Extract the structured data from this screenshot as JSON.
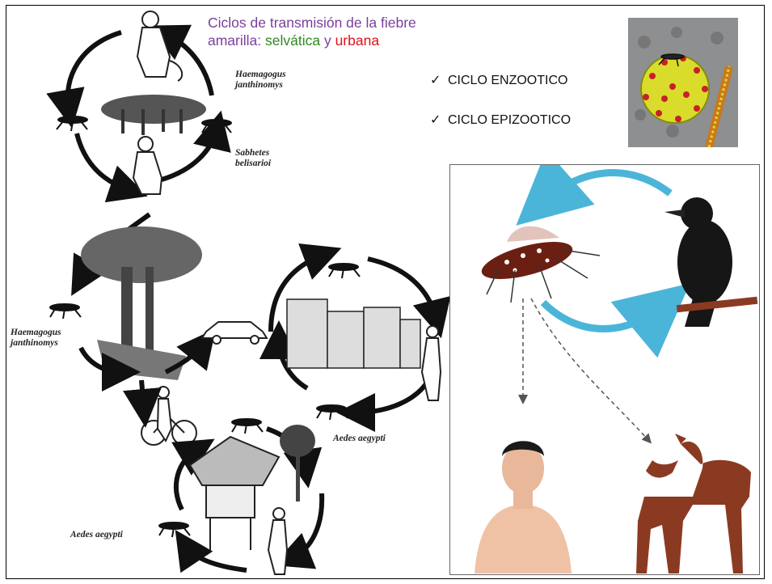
{
  "title": {
    "line1": "Ciclos de transmisión de la fiebre",
    "line2_prefix": "amarilla: ",
    "selvatica": "selvática",
    "connector": " y ",
    "urbana": "urbana"
  },
  "cycles": [
    {
      "check": "✓",
      "label": "CICLO ENZOOTICO"
    },
    {
      "check": "✓",
      "label": "CICLO EPIZOOTICO"
    }
  ],
  "species_labels": {
    "haemagogus_top_1": "Haemagogus",
    "haemagogus_top_2": "janthinomys",
    "sabethes_1": "Sabhetes",
    "sabethes_2": "belisarioi",
    "haemagogus_mid_1": "Haemagogus",
    "haemagogus_mid_2": "janthinomys",
    "aedes_right": "Aedes aegypti",
    "aedes_bottom": "Aedes aegypti"
  },
  "colors": {
    "title_purple": "#7a3f9c",
    "green": "#2e8b1f",
    "red": "#e0101a",
    "cycle_arrow_blue": "#4bb5d9",
    "virus_yellow": "#d9dc2a",
    "horse_brown": "#8b3a22"
  }
}
